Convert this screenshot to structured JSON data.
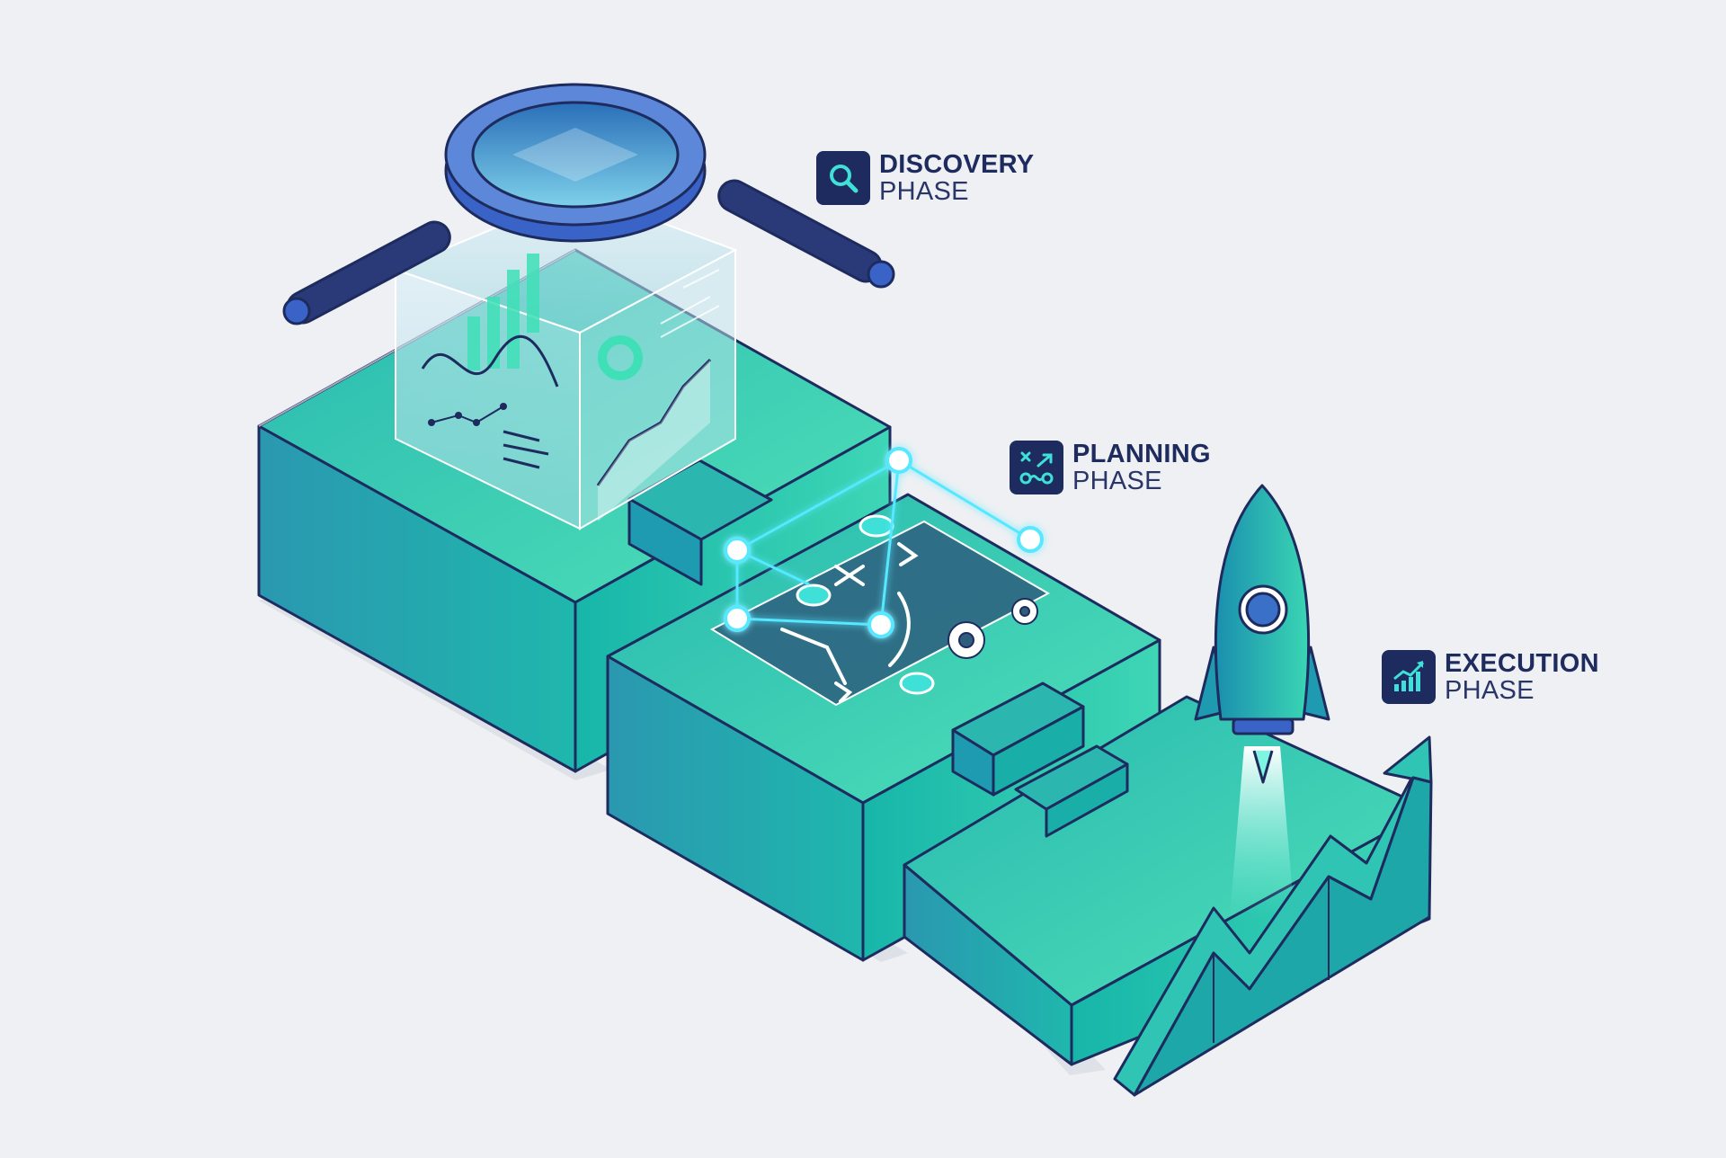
{
  "labels": {
    "discovery": {
      "title": "DISCOVERY",
      "subtitle": "PHASE",
      "icon": "magnifier-icon"
    },
    "planning": {
      "title": "PLANNING",
      "subtitle": "PHASE",
      "icon": "strategy-map-icon"
    },
    "execution": {
      "title": "EXECUTION",
      "subtitle": "PHASE",
      "icon": "growth-chart-icon"
    }
  },
  "colors": {
    "background": "#eef0f3",
    "outline": "#1e2b5e",
    "teal_top": "#3fd4b0",
    "teal_side_left": "#2fa7b4",
    "teal_side_right": "#1fc3ae",
    "glow": "#56e8ff"
  }
}
